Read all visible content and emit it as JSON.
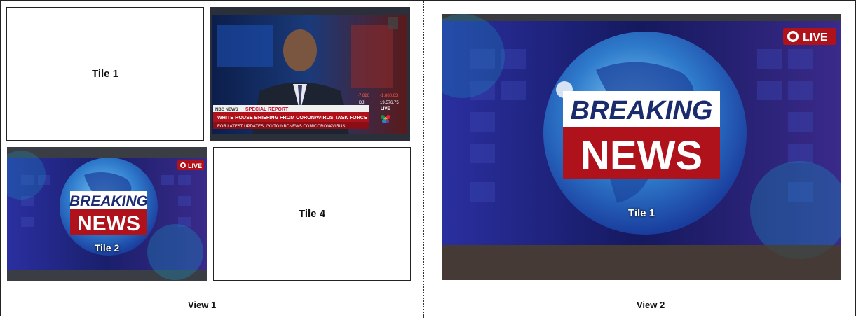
{
  "view1": {
    "label": "View 1",
    "tile1_label": "Tile 1",
    "tile2_label": "Tile 2",
    "tile4_label": "Tile 4"
  },
  "view2": {
    "label": "View 2",
    "tile1_label": "Tile 1"
  },
  "breaking": {
    "line1": "BREAKING",
    "line2": "NEWS",
    "live": "LIVE"
  },
  "newscast": {
    "network": "NBC NEWS",
    "special": "SPECIAL REPORT",
    "headline": "WHITE HOUSE BRIEFING FROM CORONAVIRUS TASK FORCE",
    "subline": "FOR LATEST UPDATES, GO TO NBCNEWS.COM/CORONAVIRUS",
    "ticker_a": "-7.826",
    "ticker_b": "-1,880.63",
    "ticker_dji_label": "DJI",
    "ticker_dji": "19,576.75",
    "live": "LIVE"
  },
  "colors": {
    "news_red": "#b0121b",
    "breaking_navy": "#1a2b6e",
    "bg_blue": "#1b1f6b",
    "globe_cyan": "#3aa7e6"
  }
}
